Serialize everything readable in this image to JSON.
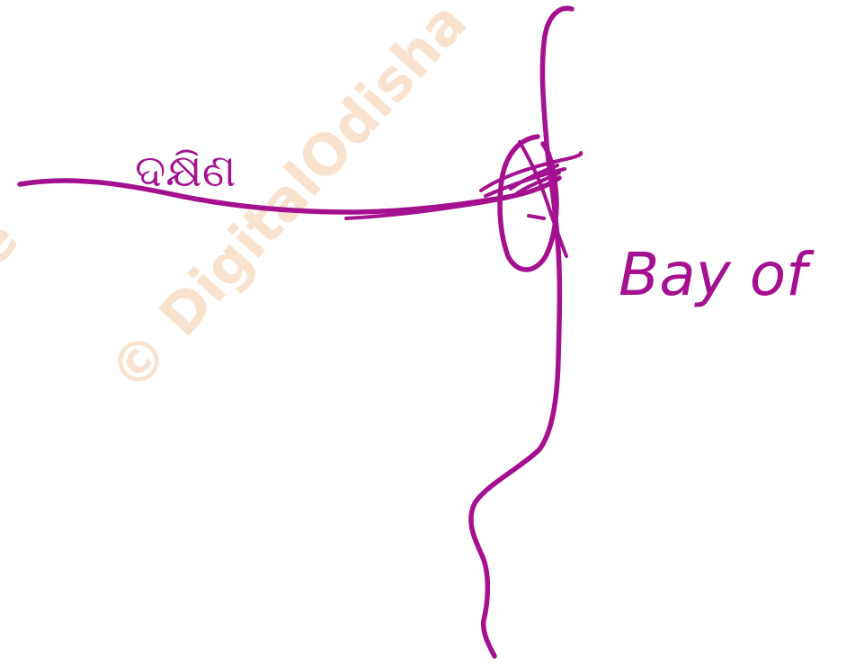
{
  "watermark": {
    "text": "© DigitalOdisha",
    "side_text": "e",
    "color": "#f2c9a4"
  },
  "sketch": {
    "ink_color": "#a4108f",
    "river_label": "ଦକ୍ଷିଣ",
    "bay_label": "Bay of"
  }
}
